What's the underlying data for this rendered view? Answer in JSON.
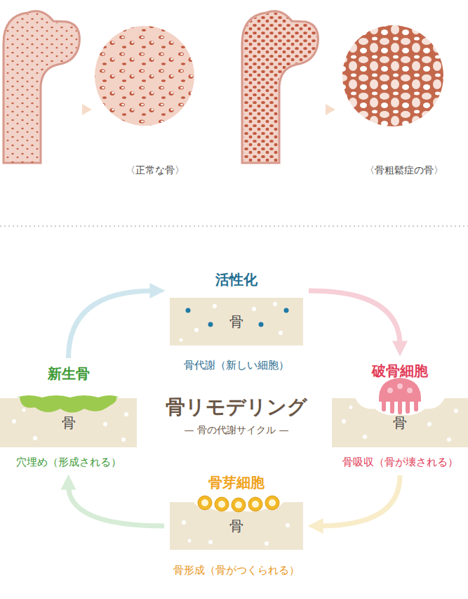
{
  "diagram": {
    "title": "骨リモデリング",
    "nodes": [
      {
        "text": [
          "活性化",
          "骨",
          "骨代謝（新しい細胞）"
        ]
      },
      {
        "text": [
          "破骨細胞",
          "骨",
          "骨吸収（骨が壊される）"
        ]
      },
      {
        "text": [
          "骨芽細胞",
          "骨",
          "骨形成（骨がつくられる）"
        ]
      },
      {
        "text": [
          "新生骨",
          "骨",
          "穴埋め（形成される）"
        ]
      }
    ],
    "edges": [
      {
        "from": 0,
        "to": 1,
        "arrow": "to"
      },
      {
        "from": 1,
        "to": 2,
        "arrow": "to"
      },
      {
        "from": 2,
        "to": 3,
        "arrow": "to"
      },
      {
        "from": 3,
        "to": 0,
        "arrow": "to"
      }
    ],
    "labels": [
      "〈正常な骨〉",
      "〈骨粗鬆症の骨〉",
      "— 骨の代謝サイクル —"
    ]
  }
}
